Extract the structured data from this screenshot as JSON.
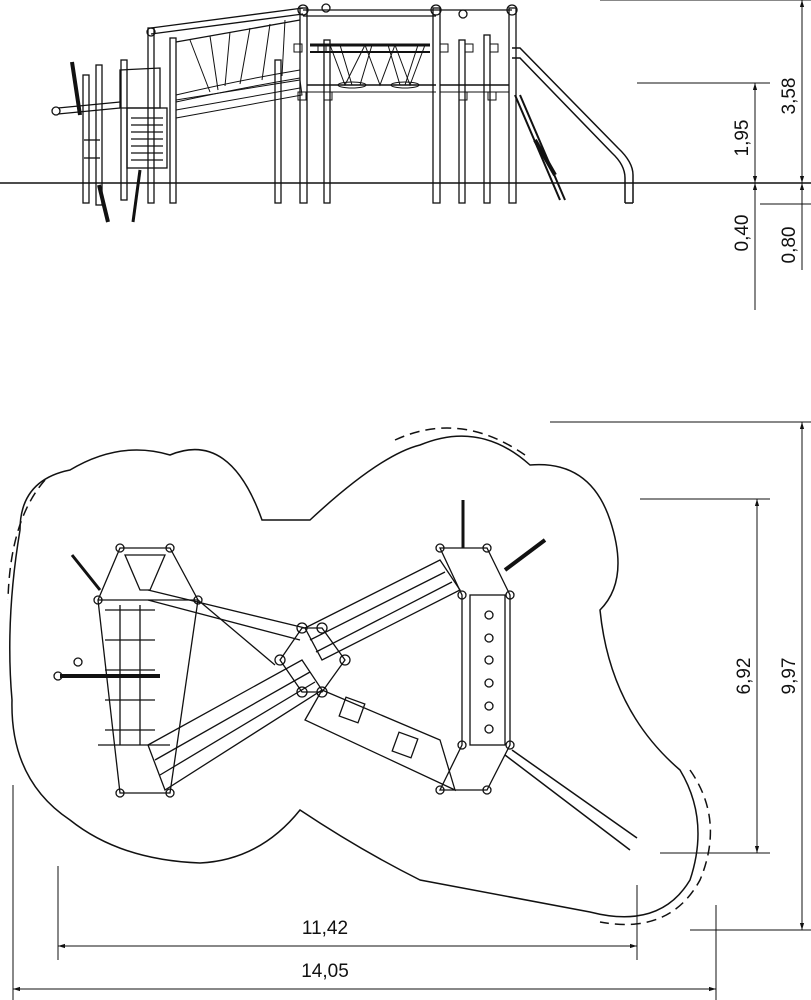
{
  "side_elevation": {
    "height_total": "3,58",
    "platform_height": "1,95",
    "foundation_depth": "0,40",
    "foundation_depth_alt": "0,80"
  },
  "plan_view": {
    "depth_structure": "6,92",
    "depth_total": "9,97",
    "width_structure": "11,42",
    "width_total": "14,05"
  }
}
